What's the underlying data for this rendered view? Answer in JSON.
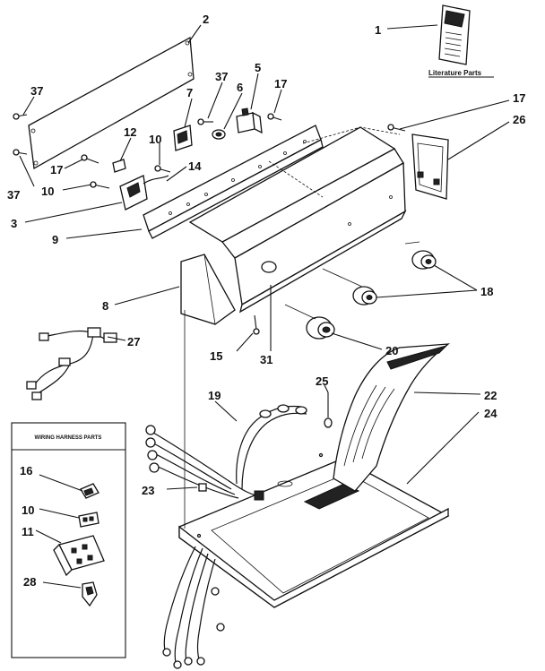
{
  "literature": {
    "label": "Literature Parts"
  },
  "harness": {
    "title": "WIRING HARNESS PARTS"
  },
  "callouts": [
    {
      "id": "1",
      "text": "1"
    },
    {
      "id": "2",
      "text": "2"
    },
    {
      "id": "3",
      "text": "3"
    },
    {
      "id": "5",
      "text": "5"
    },
    {
      "id": "6",
      "text": "6"
    },
    {
      "id": "7",
      "text": "7"
    },
    {
      "id": "8",
      "text": "8"
    },
    {
      "id": "9",
      "text": "9"
    },
    {
      "id": "10a",
      "text": "10"
    },
    {
      "id": "10b",
      "text": "10"
    },
    {
      "id": "10c",
      "text": "10"
    },
    {
      "id": "11",
      "text": "11"
    },
    {
      "id": "12",
      "text": "12"
    },
    {
      "id": "14",
      "text": "14"
    },
    {
      "id": "15",
      "text": "15"
    },
    {
      "id": "16",
      "text": "16"
    },
    {
      "id": "17a",
      "text": "17"
    },
    {
      "id": "17b",
      "text": "17"
    },
    {
      "id": "17c",
      "text": "17"
    },
    {
      "id": "18",
      "text": "18"
    },
    {
      "id": "19",
      "text": "19"
    },
    {
      "id": "20",
      "text": "20"
    },
    {
      "id": "22",
      "text": "22"
    },
    {
      "id": "23",
      "text": "23"
    },
    {
      "id": "24",
      "text": "24"
    },
    {
      "id": "25",
      "text": "25"
    },
    {
      "id": "26",
      "text": "26"
    },
    {
      "id": "27",
      "text": "27"
    },
    {
      "id": "28",
      "text": "28"
    },
    {
      "id": "31",
      "text": "31"
    },
    {
      "id": "37a",
      "text": "37"
    },
    {
      "id": "37b",
      "text": "37"
    },
    {
      "id": "37c",
      "text": "37"
    }
  ]
}
